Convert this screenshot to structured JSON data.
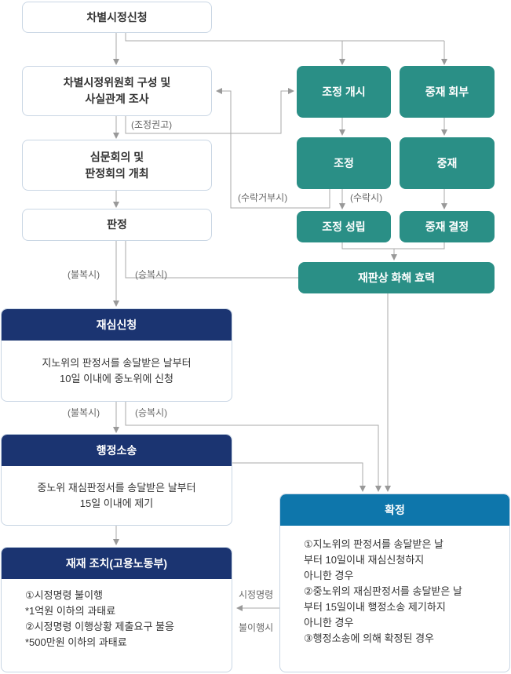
{
  "nodes": {
    "complaint": "차별시정신청",
    "committee": "차별시정위원회 구성 및\n사실관계 조사",
    "hearing": "심문회의 및\n판정회의 개최",
    "decision": "판정",
    "mediation_start": "조정 개시",
    "arbitration_referral": "중재 회부",
    "mediation": "조정",
    "arbitration": "중재",
    "mediation_success": "조정 성립",
    "arbitration_decision": "중재 결정",
    "settlement_effect": "재판상 화해 효력"
  },
  "cards": {
    "review": {
      "title": "재심신청",
      "body": "지노위의 판정서를 송달받은 날부터\n10일 이내에 중노위에 신청"
    },
    "lawsuit": {
      "title": "행정소송",
      "body": "중노위 재심판정서를 송달받은 날부터\n15일 이내에 제기"
    },
    "sanction": {
      "title": "재재 조치(고용노동부)",
      "body": "①시정명령 불이행\n*1억원 이하의 과태료\n②시정명령 이행상황 제출요구 불응\n*500만원 이하의 과태료"
    },
    "final": {
      "title": "확정",
      "body": "①지노위의 판정서를 송달받은 날\n부터 10일이내 재심신청하지\n아니한 경우\n②중노위의 재심판정서를 송달받은 날\n부터 15일이내 행정소송 제기하지\n아니한 경우\n③행정소송에 의해 확정된 경우"
    }
  },
  "labels": {
    "mediation_recommend": "(조정권고)",
    "refuse_accept": "(수락거부시)",
    "accept": "(수락시)",
    "dissatisfied_1": "(불복시)",
    "win_1": "(승복시)",
    "dissatisfied_2": "(불복시)",
    "win_2": "(승복시)",
    "noncompliance_1": "시정명령",
    "noncompliance_2": "불이행시"
  },
  "colors": {
    "teal": "#2a8f86",
    "navy": "#1b3471",
    "blue": "#0e76ab",
    "line": "#999999"
  }
}
